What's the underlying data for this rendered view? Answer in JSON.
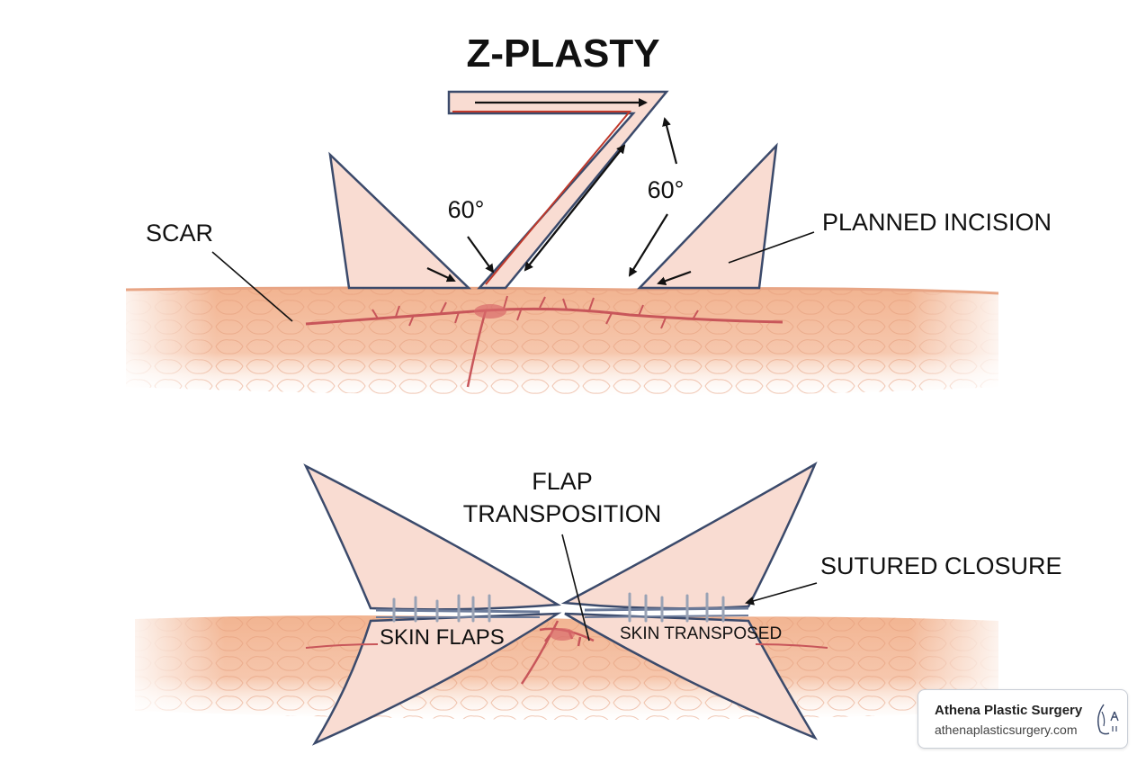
{
  "title": "Z-PLASTY",
  "labels": {
    "scar": "SCAR",
    "angle_left": "60°",
    "angle_right": "60°",
    "planned_incision": "PLANNED INCISION",
    "flap_transposition_1": "FLAP",
    "flap_transposition_2": "TRANSPOSITION",
    "sutured_closure": "SUTURED CLOSURE",
    "skin_flaps": "SKIN FLAPS",
    "skin_transposed": "SKIN TRANSPOSED"
  },
  "badge": {
    "name": "Athena Plastic Surgery",
    "url": "athenaplasticsurgery.com"
  },
  "colors": {
    "skin": "#f0b08c",
    "flap_fill": "#f9dcd2",
    "outline": "#3b4a6b",
    "scar": "#c8565a",
    "accent_red": "#c0392b"
  }
}
